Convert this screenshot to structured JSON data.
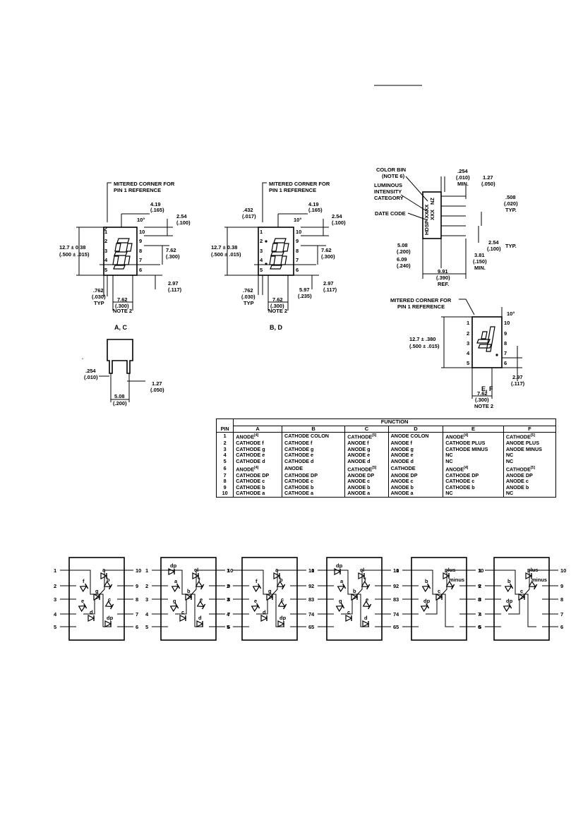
{
  "top_rule": "",
  "pkg_ac": {
    "note": "MITERED CORNER FOR",
    "note2": "PIN 1 REFERENCE",
    "d1": "4.19",
    "d1b": "(.165)",
    "angle": "10°",
    "d2": "2.54",
    "d2b": "(.100)",
    "h1": "12.7 ± 0.38",
    "h1b": "(.500 ± .015)",
    "d3": "7.62",
    "d3b": "(.300)",
    "d4": "2.97",
    "d4b": "(.117)",
    "d5": ".762",
    "d5b": "(.030)",
    "d5c": "TYP",
    "d6": "7.62",
    "d6b": "(.300)",
    "d6c": "NOTE 2",
    "label": "A, C",
    "pins_left": [
      "1",
      "2",
      "3",
      "4",
      "5"
    ],
    "pins_right": [
      "10",
      "9",
      "8",
      "7",
      "6"
    ]
  },
  "pkg_bd": {
    "note": "MITERED CORNER FOR",
    "note2": "PIN 1 REFERENCE",
    "d0": ".432",
    "d0b": "(.017)",
    "d1": "4.19",
    "d1b": "(.165)",
    "angle": "10°",
    "d2": "2.54",
    "d2b": "(.100)",
    "h1": "12.7 ± 0.38",
    "h1b": "(.500 ± .015)",
    "d3": "7.62",
    "d3b": "(.300)",
    "d4": "2.97",
    "d4b": "(.117)",
    "d5": ".762",
    "d5b": "(.030)",
    "d5c": "TYP",
    "d7": "5.97",
    "d7b": "(.235)",
    "d6": "7.62",
    "d6b": "(.300)",
    "d6c": "NOTE 2",
    "label": "B, D"
  },
  "side": {
    "d1": ".254",
    "d1b": "(.010)",
    "d2": "1.27",
    "d2b": "(.050)",
    "d3": "5.08",
    "d3b": "(.200)"
  },
  "side_view": {
    "color_bin": "COLOR BIN",
    "color_bin2": "(NOTE 6)",
    "lum": "LUMINOUS",
    "lum2": "INTENSITY",
    "lum3": "CATEGORY",
    "date": "DATE CODE",
    "marking": "HDSP-XXXX",
    "marking2": "XXX",
    "marking3": "NZ",
    "d1": ".254",
    "d1b": "(.010)",
    "d1c": "MIN.",
    "d2": "1.27",
    "d2b": "(.050)",
    "d3": ".508",
    "d3b": "(.020)",
    "d3c": "TYP.",
    "d4": "2.54",
    "d4b": "(.100)",
    "d4c": "TYP.",
    "d5": "5.08",
    "d5b": "(.200)",
    "d6": "6.09",
    "d6b": "(.240)",
    "d7": "3.81",
    "d7b": "(.150)",
    "d7c": "MIN.",
    "d8": "9.91",
    "d8b": "(.390)",
    "d8c": "REF."
  },
  "pkg_ef": {
    "note": "MITERED CORNER FOR",
    "note2": "PIN 1 REFERENCE",
    "angle": "10°",
    "h1": "12.7 ± .380",
    "h1b": "(.500 ± .015)",
    "d4": "2.97",
    "d4b": "(.117)",
    "d6": "7.62",
    "d6b": "(.300)",
    "d6c": "NOTE 2",
    "label": "E, F"
  },
  "table": {
    "function_header": "FUNCTION",
    "pin_header": "PIN",
    "columns": [
      "A",
      "B",
      "C",
      "D",
      "E",
      "F"
    ],
    "rows": [
      {
        "pin": "1",
        "cells": [
          "ANODE[4]",
          "CATHODE COLON",
          "CATHODE[5]",
          "ANODE COLON",
          "ANODE[4]",
          "CATHODE[5]"
        ]
      },
      {
        "pin": "2",
        "cells": [
          "CATHODE f",
          "CATHODE f",
          "ANODE f",
          "ANODE f",
          "CATHODE PLUS",
          "ANODE PLUS"
        ]
      },
      {
        "pin": "3",
        "cells": [
          "CATHODE g",
          "CATHODE g",
          "ANODE g",
          "ANODE g",
          "CATHODE MINUS",
          "ANODE MINUS"
        ]
      },
      {
        "pin": "4",
        "cells": [
          "CATHODE e",
          "CATHODE e",
          "ANODE e",
          "ANODE e",
          "NC",
          "NC"
        ]
      },
      {
        "pin": "5",
        "cells": [
          "CATHODE d",
          "CATHODE d",
          "ANODE d",
          "ANODE d",
          "NC",
          "NC"
        ]
      },
      {
        "pin": "6",
        "cells": [
          "ANODE[4]",
          "ANODE",
          "CATHODE[5]",
          "CATHODE",
          "ANODE[4]",
          "CATHODE[5]"
        ]
      },
      {
        "pin": "7",
        "cells": [
          "CATHODE DP",
          "CATHODE DP",
          "ANODE DP",
          "ANODE DP",
          "CATHODE DP",
          "ANODE DP"
        ]
      },
      {
        "pin": "8",
        "cells": [
          "CATHODE c",
          "CATHODE c",
          "ANODE c",
          "ANODE c",
          "CATHODE c",
          "ANODE c"
        ]
      },
      {
        "pin": "9",
        "cells": [
          "CATHODE b",
          "CATHODE b",
          "ANODE b",
          "ANODE b",
          "CATHODE b",
          "ANODE b"
        ]
      },
      {
        "pin": "10",
        "cells": [
          "CATHODE a",
          "CATHODE a",
          "ANODE a",
          "ANODE a",
          "NC",
          "NC"
        ]
      }
    ]
  },
  "schematics": [
    {
      "left": [
        "1",
        "2",
        "3",
        "4",
        "5"
      ],
      "right": [
        "10",
        "9",
        "8",
        "7",
        "6"
      ],
      "segs": [
        "a",
        "f",
        "b",
        "g",
        "e",
        "c",
        "d",
        "dp"
      ]
    },
    {
      "left": [
        "1",
        "2",
        "3",
        "4",
        "5"
      ],
      "right": [
        "10",
        "9",
        "8",
        "7",
        "6"
      ],
      "segs": [
        "cl",
        "a",
        "f",
        "b",
        "g",
        "e",
        "c",
        "d",
        "dp"
      ]
    },
    {
      "left": [
        "1",
        "2",
        "3",
        "4",
        "5"
      ],
      "right": [
        "10",
        "9",
        "8",
        "7",
        "6"
      ],
      "segs": [
        "a",
        "f",
        "b",
        "g",
        "e",
        "c",
        "d",
        "dp"
      ]
    },
    {
      "left": [
        "1",
        "2",
        "3",
        "4",
        "5"
      ],
      "right": [
        "10",
        "9",
        "8",
        "7",
        "6"
      ],
      "segs": [
        "cl",
        "a",
        "f",
        "b",
        "g",
        "e",
        "c",
        "d",
        "dp"
      ]
    },
    {
      "left": [
        "1",
        "2",
        "3",
        "4",
        "5"
      ],
      "right": [
        "10",
        "9",
        "8",
        "7",
        "6"
      ],
      "segs": [
        "plus",
        "b",
        "minus",
        "c",
        "dp"
      ]
    },
    {
      "left": [
        "1",
        "2",
        "3",
        "4",
        "5"
      ],
      "right": [
        "10",
        "9",
        "8",
        "7",
        "6"
      ],
      "segs": [
        "plus",
        "b",
        "minus",
        "c",
        "dp"
      ]
    }
  ]
}
